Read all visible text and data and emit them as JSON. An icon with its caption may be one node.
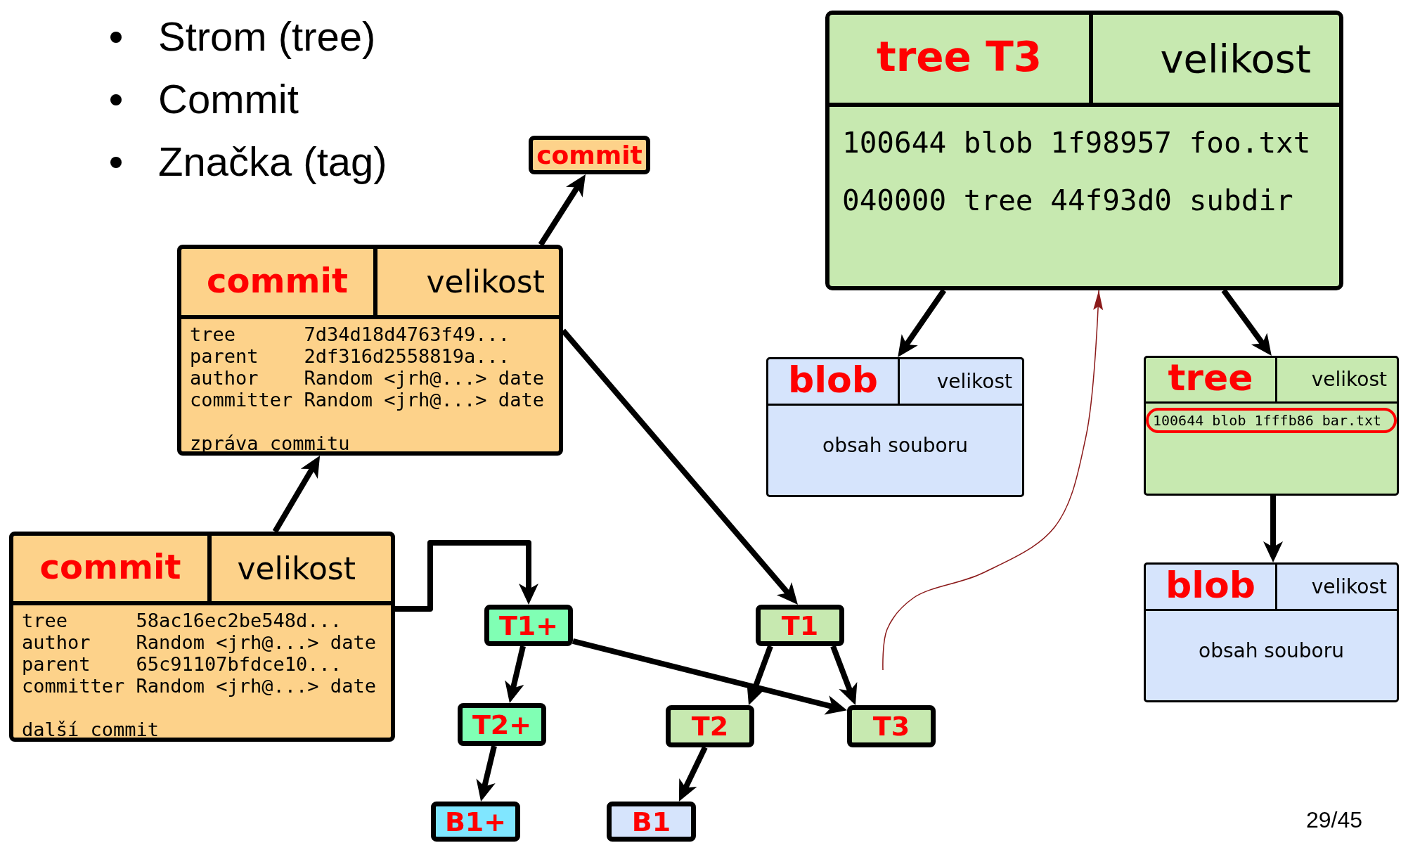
{
  "diagram": {
    "nodes": [
      {
        "text": [
          "commit"
        ]
      },
      {
        "text": [
          "commit",
          "velikost",
          "tree",
          "7d34d18d4763f49...",
          "parent",
          "2df316d2558819a...",
          "author",
          "Random <jrh@...> date",
          "committer",
          "Random <jrh@...> date",
          "zpráva commitu"
        ]
      },
      {
        "text": [
          "commit",
          "velikost",
          "tree",
          "58ac16ec2be548d...",
          "author",
          "Random <jrh@...> date",
          "parent",
          "65c91107bfdce10...",
          "committer",
          "Random <jrh@...> date",
          "další commit"
        ]
      },
      {
        "text": [
          "tree T3",
          "velikost",
          "100644 blob 1f98957 foo.txt",
          "040000 tree 44f93d0 subdir"
        ]
      },
      {
        "text": [
          "blob",
          "velikost",
          "obsah souboru"
        ]
      },
      {
        "text": [
          "tree",
          "velikost",
          "100644 blob 1fffb86 bar.txt"
        ]
      },
      {
        "text": [
          "blob",
          "velikost",
          "obsah souboru"
        ]
      },
      {
        "text": [
          "T1+"
        ]
      },
      {
        "text": [
          "T1"
        ]
      },
      {
        "text": [
          "T2+"
        ]
      },
      {
        "text": [
          "T2"
        ]
      },
      {
        "text": [
          "T3"
        ]
      },
      {
        "text": [
          "B1+"
        ]
      },
      {
        "text": [
          "B1"
        ]
      }
    ],
    "edges": [
      {
        "from": 1,
        "to": 0,
        "arrow": "to"
      },
      {
        "from": 2,
        "to": 1,
        "arrow": "to"
      },
      {
        "from": 2,
        "to": 7,
        "arrow": "to"
      },
      {
        "from": 1,
        "to": 8,
        "arrow": "to"
      },
      {
        "from": 7,
        "to": 9,
        "arrow": "to"
      },
      {
        "from": 9,
        "to": 12,
        "arrow": "to"
      },
      {
        "from": 7,
        "to": 11,
        "arrow": "to"
      },
      {
        "from": 8,
        "to": 10,
        "arrow": "to"
      },
      {
        "from": 8,
        "to": 11,
        "arrow": "to"
      },
      {
        "from": 10,
        "to": 13,
        "arrow": "to"
      },
      {
        "from": 3,
        "to": 4,
        "arrow": "to"
      },
      {
        "from": 3,
        "to": 5,
        "arrow": "to"
      },
      {
        "from": 5,
        "to": 6,
        "arrow": "to"
      },
      {
        "from": null,
        "to": 3,
        "arrow": "to",
        "color": "#8b1a1a"
      }
    ],
    "labels": [
      "Strom (tree)",
      "Commit",
      "Značka (tag)",
      "29/45"
    ]
  }
}
